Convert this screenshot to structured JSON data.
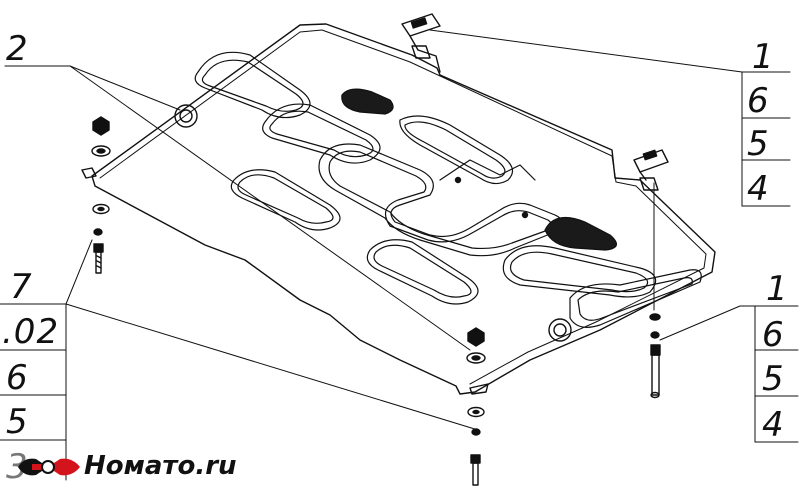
{
  "drawing": {
    "top_left_stack": {
      "label": "2"
    },
    "top_right_stack": {
      "labels": [
        "1",
        "6",
        "5",
        "4"
      ]
    },
    "bottom_left_stack": {
      "labels": [
        "7",
        ".02",
        "6",
        "5",
        "3"
      ]
    },
    "bottom_right_stack": {
      "labels": [
        "1",
        "6",
        "5",
        "4"
      ]
    }
  },
  "brand": {
    "name": "Номато.ru",
    "logo_colors": {
      "red": "#d3141c",
      "dark": "#111111"
    }
  }
}
